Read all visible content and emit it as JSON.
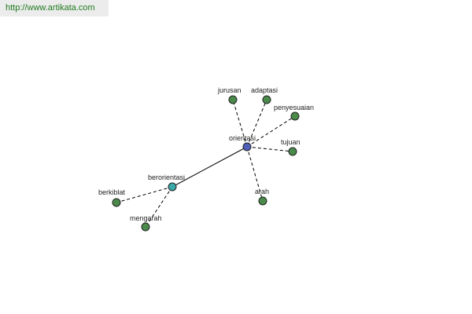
{
  "source_url": "http://www.artikata.com",
  "colors": {
    "central_node": "#5060b8",
    "hub_node": "#3aa8a8",
    "leaf_node": "#4a8a4a"
  },
  "nodes": [
    {
      "id": "orientasi",
      "label": "orientasi",
      "kind": "central"
    },
    {
      "id": "berorientasi",
      "label": "berorientasi",
      "kind": "hub"
    },
    {
      "id": "jurusan",
      "label": "jurusan",
      "kind": "leaf"
    },
    {
      "id": "adaptasi",
      "label": "adaptasi",
      "kind": "leaf"
    },
    {
      "id": "penyesuaian",
      "label": "penyesuaian",
      "kind": "leaf"
    },
    {
      "id": "tujuan",
      "label": "tujuan",
      "kind": "leaf"
    },
    {
      "id": "arah",
      "label": "arah",
      "kind": "leaf"
    },
    {
      "id": "berkiblat",
      "label": "berkiblat",
      "kind": "leaf"
    },
    {
      "id": "mengarah",
      "label": "mengarah",
      "kind": "leaf"
    }
  ],
  "edges": [
    {
      "from": "orientasi",
      "to": "berorientasi",
      "style": "solid"
    },
    {
      "from": "orientasi",
      "to": "jurusan",
      "style": "dashed"
    },
    {
      "from": "orientasi",
      "to": "adaptasi",
      "style": "dashed"
    },
    {
      "from": "orientasi",
      "to": "penyesuaian",
      "style": "dashed"
    },
    {
      "from": "orientasi",
      "to": "tujuan",
      "style": "dashed"
    },
    {
      "from": "orientasi",
      "to": "arah",
      "style": "dashed"
    },
    {
      "from": "berorientasi",
      "to": "berkiblat",
      "style": "dashed"
    },
    {
      "from": "berorientasi",
      "to": "mengarah",
      "style": "dashed"
    }
  ]
}
